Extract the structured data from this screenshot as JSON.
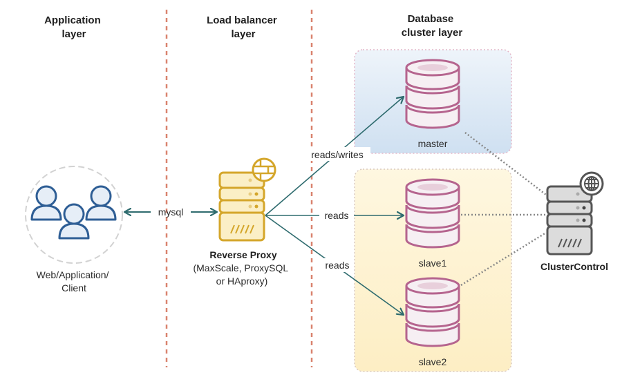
{
  "headers": {
    "application": [
      "Application",
      "layer"
    ],
    "load_balancer": [
      "Load balancer",
      "layer"
    ],
    "database": [
      "Database",
      "cluster layer"
    ]
  },
  "nodes": {
    "client": {
      "label": [
        "Web/Application/",
        "Client"
      ],
      "icon": "users-group-icon"
    },
    "proxy": {
      "title": "Reverse Proxy",
      "subtitle": [
        "(MaxScale, ProxySQL",
        "or HAproxy)"
      ],
      "icon": "firewall-server-icon"
    },
    "master": {
      "label": "master",
      "icon": "database-icon"
    },
    "slave1": {
      "label": "slave1",
      "icon": "database-icon"
    },
    "slave2": {
      "label": "slave2",
      "icon": "database-icon"
    },
    "clustercontrol": {
      "label": "ClusterControl",
      "icon": "globe-server-icon"
    }
  },
  "edges": {
    "client_proxy": {
      "label": "mysql",
      "direction": "bidirectional"
    },
    "proxy_master": {
      "label": "reads/writes"
    },
    "proxy_slave1": {
      "label": "reads"
    },
    "proxy_slave2": {
      "label": "reads"
    }
  },
  "groups": {
    "master_group": {
      "fill": "#dde9f5"
    },
    "slaves_group": {
      "fill": "#fdf1cc"
    }
  },
  "colors": {
    "divider": "#d9826e",
    "arrow": "#2e6b6e",
    "db_stroke": "#b5648e",
    "proxy_stroke": "#d4a62a",
    "proxy_fill": "#fbefc6",
    "cc_stroke": "#555555",
    "cc_fill": "#dcdcdc",
    "user_stroke": "#2e5e95",
    "user_fill": "#e6eef7"
  }
}
